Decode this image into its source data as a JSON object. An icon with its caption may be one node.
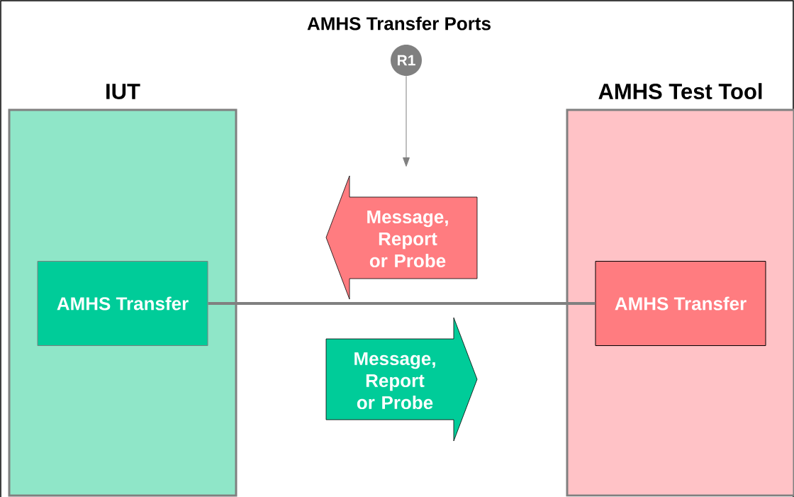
{
  "diagram": {
    "nodes": [
      {
        "text": [
          "IUT"
        ]
      },
      {
        "text": [
          "AMHS Transfer"
        ],
        "in": 0
      },
      {
        "text": [
          "AMHS Test Tool"
        ]
      },
      {
        "text": [
          "AMHS Transfer"
        ],
        "in": 2
      },
      {
        "text": [
          "R1"
        ],
        "beside": [
          "AMHS Transfer Ports"
        ]
      },
      {
        "text": [
          "Message, Report or Probe"
        ]
      },
      {
        "text": [
          "Message, Report or Probe"
        ]
      }
    ],
    "edges": [
      {
        "from": 1,
        "to": 3,
        "arrow": "none",
        "style": "thick"
      },
      {
        "from": 4,
        "to": null,
        "arrow": "to"
      }
    ]
  }
}
